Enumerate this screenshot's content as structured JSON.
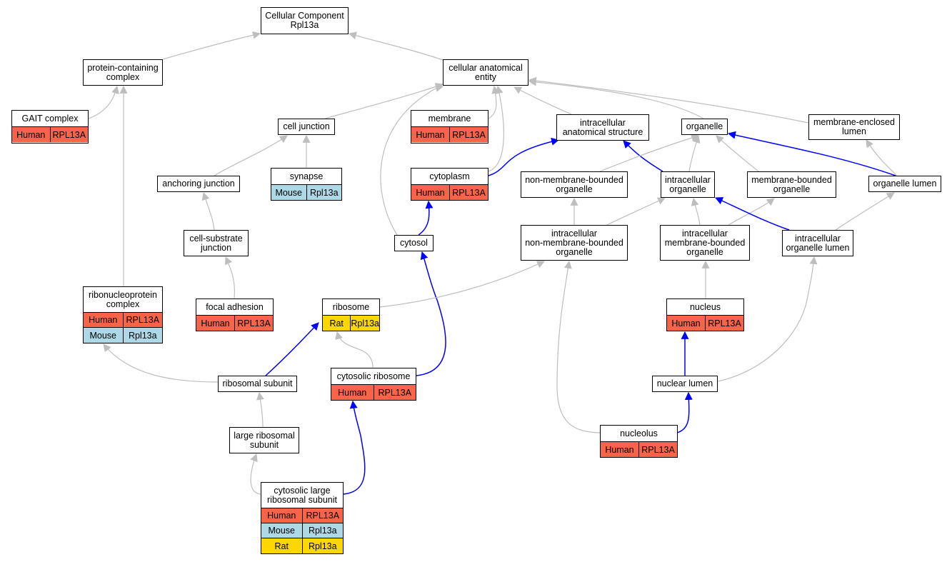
{
  "colors": {
    "edge_gray": "#bebebe",
    "edge_blue": "#0000ff",
    "human": "#f86448",
    "mouse": "#add8e6",
    "rat": "#ffd700"
  },
  "nodes": {
    "root": "Cellular Component\nRpl13a",
    "protein_containing_complex": "protein-containing\ncomplex",
    "cellular_anatomical_entity": "cellular anatomical\nentity",
    "gait_complex": "GAIT complex",
    "cell_junction": "cell junction",
    "membrane": "membrane",
    "intracellular_anatomical_structure": "intracellular\nanatomical structure",
    "organelle": "organelle",
    "membrane_enclosed_lumen": "membrane-enclosed\nlumen",
    "anchoring_junction": "anchoring junction",
    "synapse": "synapse",
    "cytoplasm": "cytoplasm",
    "non_membrane_bounded_organelle": "non-membrane-bounded\norganelle",
    "intracellular_organelle": "intracellular\norganelle",
    "membrane_bounded_organelle": "membrane-bounded\norganelle",
    "organelle_lumen": "organelle lumen",
    "cell_substrate_junction": "cell-substrate\njunction",
    "cytosol": "cytosol",
    "intracellular_non_membrane_bounded_organelle": "intracellular\nnon-membrane-bounded\norganelle",
    "intracellular_membrane_bounded_organelle": "intracellular\nmembrane-bounded\norganelle",
    "intracellular_organelle_lumen": "intracellular\norganelle lumen",
    "ribonucleoprotein_complex": "ribonucleoprotein\ncomplex",
    "focal_adhesion": "focal adhesion",
    "ribosome": "ribosome",
    "nucleus": "nucleus",
    "ribosomal_subunit": "ribosomal subunit",
    "cytosolic_ribosome": "cytosolic ribosome",
    "nuclear_lumen": "nuclear lumen",
    "large_ribosomal_subunit": "large ribosomal\nsubunit",
    "nucleolus": "nucleolus",
    "cytosolic_large_ribosomal_subunit": "cytosolic large\nribosomal subunit"
  },
  "annotations": {
    "gait_complex": [
      {
        "species": "Human",
        "gene": "RPL13A"
      }
    ],
    "membrane": [
      {
        "species": "Human",
        "gene": "RPL13A"
      }
    ],
    "synapse": [
      {
        "species": "Mouse",
        "gene": "Rpl13a"
      }
    ],
    "cytoplasm": [
      {
        "species": "Human",
        "gene": "RPL13A"
      }
    ],
    "ribonucleoprotein_complex": [
      {
        "species": "Human",
        "gene": "RPL13A"
      },
      {
        "species": "Mouse",
        "gene": "Rpl13a"
      }
    ],
    "focal_adhesion": [
      {
        "species": "Human",
        "gene": "RPL13A"
      }
    ],
    "ribosome": [
      {
        "species": "Rat",
        "gene": "Rpl13a"
      }
    ],
    "nucleus": [
      {
        "species": "Human",
        "gene": "RPL13A"
      }
    ],
    "cytosolic_ribosome": [
      {
        "species": "Human",
        "gene": "RPL13A"
      }
    ],
    "nucleolus": [
      {
        "species": "Human",
        "gene": "RPL13A"
      }
    ],
    "cytosolic_large_ribosomal_subunit": [
      {
        "species": "Human",
        "gene": "RPL13A"
      },
      {
        "species": "Mouse",
        "gene": "Rpl13a"
      },
      {
        "species": "Rat",
        "gene": "Rpl13a"
      }
    ]
  },
  "edges": [
    {
      "from": "protein_containing_complex",
      "to": "root",
      "color": "gray"
    },
    {
      "from": "cellular_anatomical_entity",
      "to": "root",
      "color": "gray"
    },
    {
      "from": "gait_complex",
      "to": "protein_containing_complex",
      "color": "gray"
    },
    {
      "from": "ribonucleoprotein_complex",
      "to": "protein_containing_complex",
      "color": "gray"
    },
    {
      "from": "cell_junction",
      "to": "cellular_anatomical_entity",
      "color": "gray"
    },
    {
      "from": "membrane",
      "to": "cellular_anatomical_entity",
      "color": "gray"
    },
    {
      "from": "intracellular_anatomical_structure",
      "to": "cellular_anatomical_entity",
      "color": "gray"
    },
    {
      "from": "organelle",
      "to": "cellular_anatomical_entity",
      "color": "gray"
    },
    {
      "from": "membrane_enclosed_lumen",
      "to": "cellular_anatomical_entity",
      "color": "gray"
    },
    {
      "from": "cytoplasm",
      "to": "cellular_anatomical_entity",
      "color": "gray"
    },
    {
      "from": "cytosol",
      "to": "cellular_anatomical_entity",
      "color": "gray"
    },
    {
      "from": "anchoring_junction",
      "to": "cell_junction",
      "color": "gray"
    },
    {
      "from": "synapse",
      "to": "cell_junction",
      "color": "gray"
    },
    {
      "from": "cell_substrate_junction",
      "to": "anchoring_junction",
      "color": "gray"
    },
    {
      "from": "focal_adhesion",
      "to": "cell_substrate_junction",
      "color": "gray"
    },
    {
      "from": "cytoplasm",
      "to": "intracellular_anatomical_structure",
      "color": "blue"
    },
    {
      "from": "cytosol",
      "to": "cytoplasm",
      "color": "blue"
    },
    {
      "from": "cytosolic_ribosome",
      "to": "cytosol",
      "color": "blue"
    },
    {
      "from": "intracellular_organelle",
      "to": "intracellular_anatomical_structure",
      "color": "blue"
    },
    {
      "from": "intracellular_organelle",
      "to": "organelle",
      "color": "gray"
    },
    {
      "from": "non_membrane_bounded_organelle",
      "to": "organelle",
      "color": "gray"
    },
    {
      "from": "membrane_bounded_organelle",
      "to": "organelle",
      "color": "gray"
    },
    {
      "from": "organelle_lumen",
      "to": "organelle",
      "color": "blue"
    },
    {
      "from": "organelle_lumen",
      "to": "membrane_enclosed_lumen",
      "color": "gray"
    },
    {
      "from": "intracellular_non_membrane_bounded_organelle",
      "to": "non_membrane_bounded_organelle",
      "color": "gray"
    },
    {
      "from": "intracellular_non_membrane_bounded_organelle",
      "to": "intracellular_organelle",
      "color": "gray"
    },
    {
      "from": "intracellular_membrane_bounded_organelle",
      "to": "intracellular_organelle",
      "color": "gray"
    },
    {
      "from": "intracellular_membrane_bounded_organelle",
      "to": "membrane_bounded_organelle",
      "color": "gray"
    },
    {
      "from": "intracellular_organelle_lumen",
      "to": "intracellular_organelle",
      "color": "blue"
    },
    {
      "from": "intracellular_organelle_lumen",
      "to": "organelle_lumen",
      "color": "gray"
    },
    {
      "from": "ribosome",
      "to": "intracellular_non_membrane_bounded_organelle",
      "color": "gray"
    },
    {
      "from": "nucleus",
      "to": "intracellular_membrane_bounded_organelle",
      "color": "gray"
    },
    {
      "from": "nuclear_lumen",
      "to": "intracellular_organelle_lumen",
      "color": "gray"
    },
    {
      "from": "nuclear_lumen",
      "to": "nucleus",
      "color": "blue"
    },
    {
      "from": "nucleolus",
      "to": "nuclear_lumen",
      "color": "blue"
    },
    {
      "from": "nucleolus",
      "to": "intracellular_non_membrane_bounded_organelle",
      "color": "gray"
    },
    {
      "from": "ribosomal_subunit",
      "to": "ribonucleoprotein_complex",
      "color": "gray"
    },
    {
      "from": "ribosomal_subunit",
      "to": "ribosome",
      "color": "blue"
    },
    {
      "from": "cytosolic_ribosome",
      "to": "ribosome",
      "color": "gray"
    },
    {
      "from": "large_ribosomal_subunit",
      "to": "ribosomal_subunit",
      "color": "gray"
    },
    {
      "from": "cytosolic_large_ribosomal_subunit",
      "to": "large_ribosomal_subunit",
      "color": "gray"
    },
    {
      "from": "cytosolic_large_ribosomal_subunit",
      "to": "cytosolic_ribosome",
      "color": "blue"
    }
  ]
}
